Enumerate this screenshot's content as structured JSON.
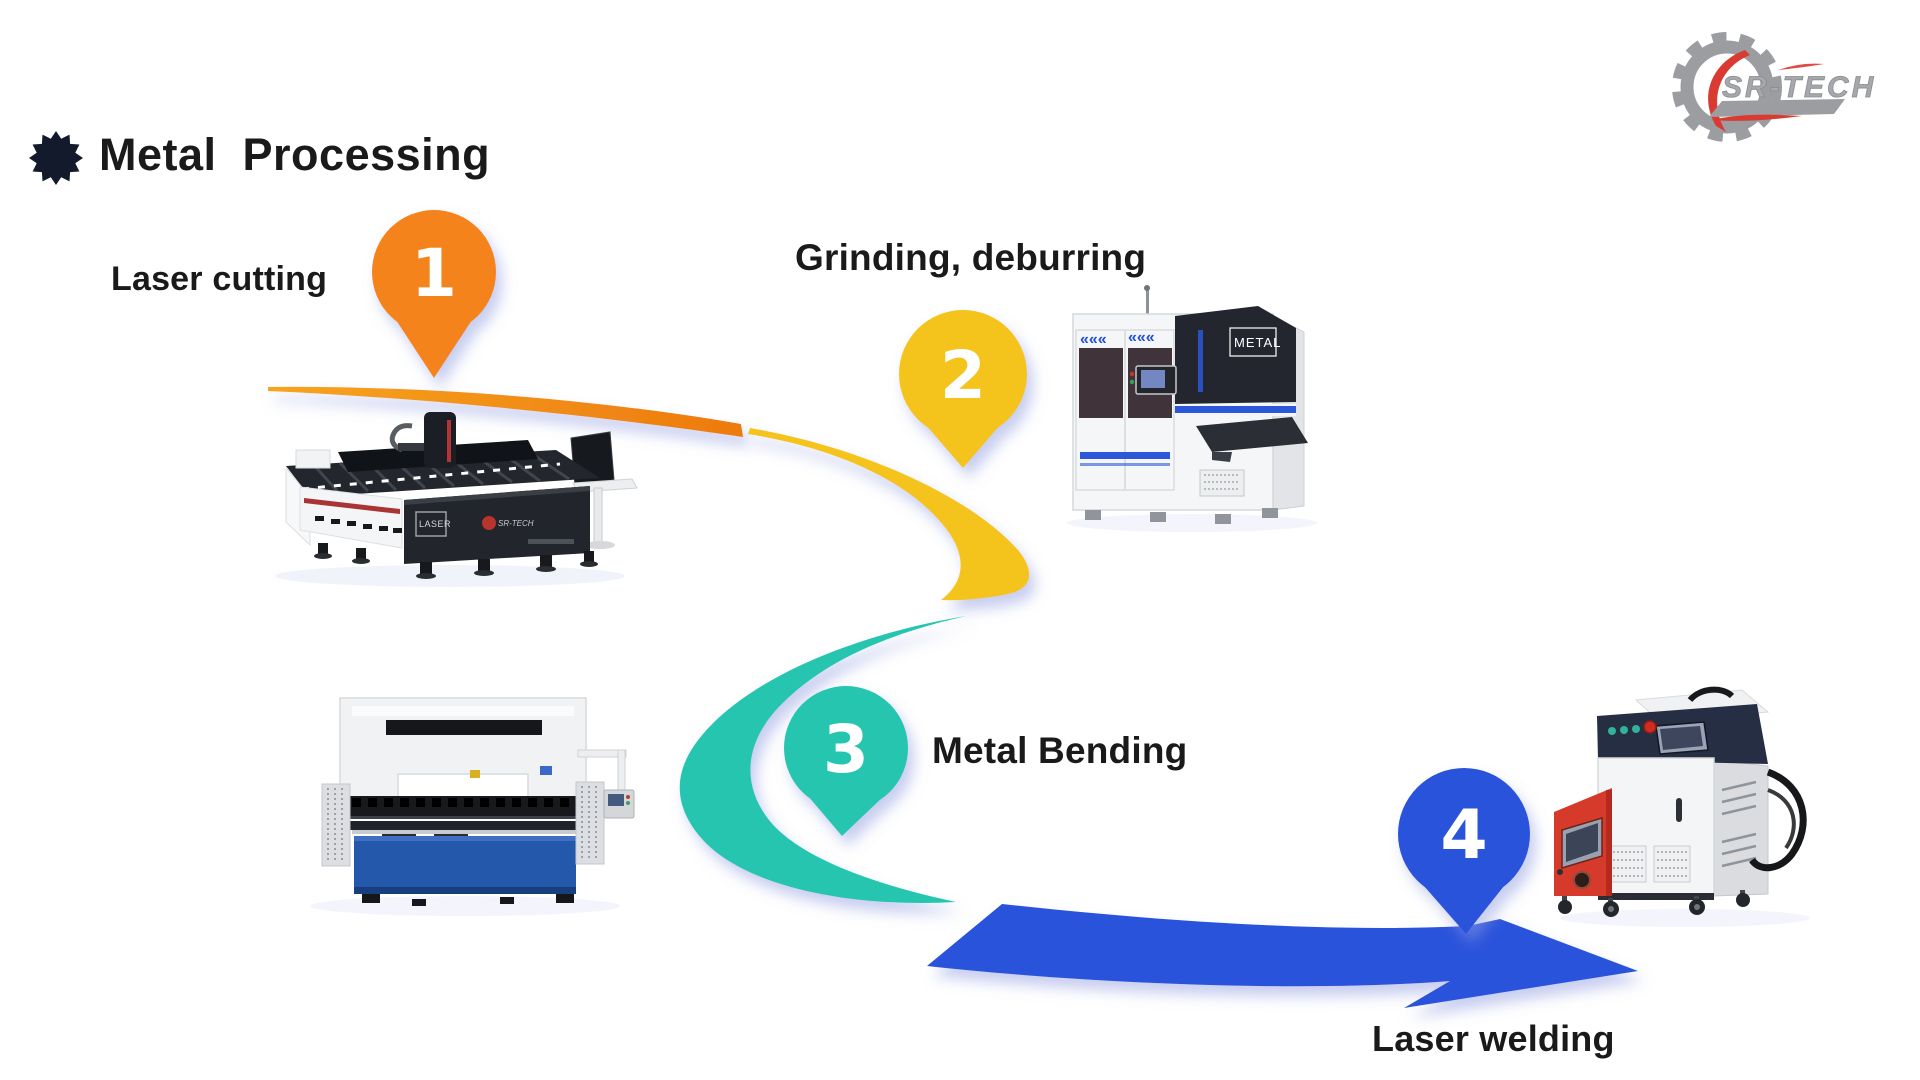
{
  "slide": {
    "background": "#FFFFFF"
  },
  "logo": {
    "name": "SR-TECH",
    "text_color": "#9B9DA1",
    "accent_color": "#D93B33"
  },
  "title": {
    "text": "Metal Processing",
    "color": "#1A1A1A",
    "bullet_color": "#131A2B"
  },
  "steps": [
    {
      "number": "1",
      "label": "Laser cutting",
      "color": "#F5831D"
    },
    {
      "number": "2",
      "label": "Grinding, deburring",
      "color": "#F4C41D"
    },
    {
      "number": "3",
      "label": "Metal Bending",
      "color": "#27C5B0"
    },
    {
      "number": "4",
      "label": "Laser welding",
      "color": "#2B53DC"
    }
  ],
  "machine_badges": {
    "laser_cutter": "LASER",
    "grinder": "METAL",
    "cutter_brand": "SR-TECH"
  },
  "palette": {
    "number_text": "#FFFFFF",
    "shadow": "#8F9BE0",
    "arrow_orange_light": "#F7A41E",
    "arrow_orange_dark": "#ED7A0E"
  }
}
